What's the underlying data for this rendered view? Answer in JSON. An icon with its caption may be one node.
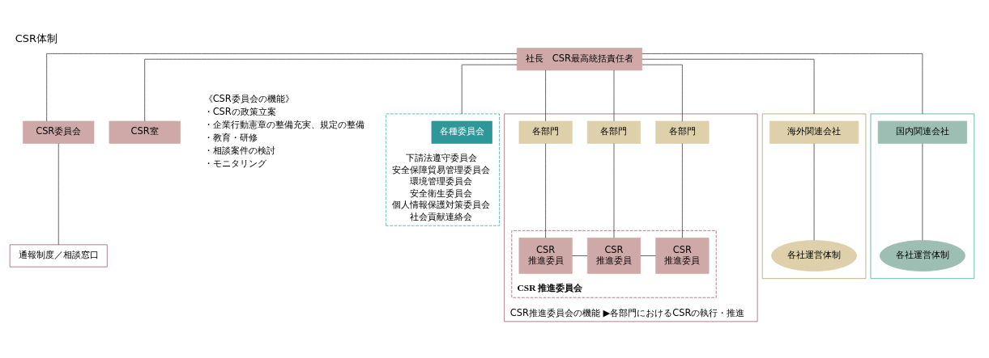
{
  "diagram": {
    "title": "CSR体制",
    "nodes": [
      {
        "text": [
          "社長　CSR最高統括責任者"
        ]
      },
      {
        "text": [
          "CSR委員会"
        ]
      },
      {
        "text": [
          "通報制度／相談窓口"
        ]
      },
      {
        "text": [
          "CSR室"
        ]
      },
      {
        "text": [
          "下請法遵守委員会",
          "安全保障貿易管理委員会",
          "環境管理委員会",
          "安全衛生委員会",
          "個人情報保護対策委員会",
          "社会貢献連絡会"
        ]
      },
      {
        "text": [
          "各種委員会"
        ],
        "in": 4
      },
      {
        "text": [
          "CSR推進委員会の機能 ▶各部門におけるCSRの執行・推進"
        ]
      },
      {
        "text": [
          "各部門"
        ],
        "in": 6
      },
      {
        "text": [
          "各部門"
        ],
        "in": 6
      },
      {
        "text": [
          "各部門"
        ],
        "in": 6
      },
      {
        "text": [
          "CSR 推進委員会"
        ],
        "in": 6
      },
      {
        "text": [
          "CSR 推進委員"
        ],
        "in": 10
      },
      {
        "text": [
          "CSR 推進委員"
        ],
        "in": 10
      },
      {
        "text": [
          "CSR 推進委員"
        ],
        "in": 10
      },
      {
        "text": [],
        "shape": "box"
      },
      {
        "text": [
          "海外関連会社"
        ],
        "in": 14
      },
      {
        "text": [
          "各社運営体制"
        ],
        "in": 14
      },
      {
        "text": [],
        "shape": "box"
      },
      {
        "text": [
          "国内関連会社"
        ],
        "in": 17
      },
      {
        "text": [
          "各社運営体制"
        ],
        "in": 17
      }
    ],
    "edges": [
      {
        "from": 0,
        "to": 1,
        "arrow": "none"
      },
      {
        "from": 1,
        "to": 2,
        "arrow": "none"
      },
      {
        "from": 0,
        "to": 3,
        "arrow": "none"
      },
      {
        "from": 0,
        "to": 4,
        "arrow": "none"
      },
      {
        "from": 0,
        "to": 7,
        "arrow": "none"
      },
      {
        "from": 0,
        "to": 8,
        "arrow": "none"
      },
      {
        "from": 0,
        "to": 9,
        "arrow": "none"
      },
      {
        "from": 0,
        "to": 14,
        "arrow": "none"
      },
      {
        "from": 0,
        "to": 17,
        "arrow": "none"
      },
      {
        "from": 7,
        "to": 11,
        "arrow": "none"
      },
      {
        "from": 8,
        "to": 12,
        "arrow": "none"
      },
      {
        "from": 9,
        "to": 13,
        "arrow": "none"
      },
      {
        "from": 11,
        "to": 12,
        "arrow": "none"
      },
      {
        "from": 12,
        "to": 13,
        "arrow": "none"
      },
      {
        "from": 15,
        "to": 16,
        "arrow": "none"
      },
      {
        "from": 18,
        "to": 19,
        "arrow": "none"
      }
    ],
    "labels": [
      "《CSR委員会の機能》",
      "・CSRの政策立案",
      "・企業行動憲章の整備充実、規定の整備",
      "・教育・研修",
      "・相談案件の検討",
      "・モニタリング"
    ]
  }
}
